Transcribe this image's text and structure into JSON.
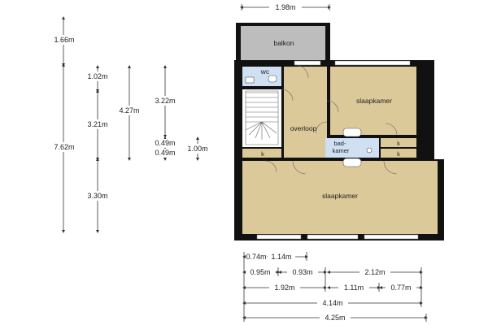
{
  "colors": {
    "wall": "#111111",
    "floor": "#dcc99a",
    "balcony": "#bdbdbd",
    "wc_floor": "#cfe0f3",
    "dim_line": "#333333"
  },
  "top_dimension": "1.98m",
  "rooms": {
    "balkon": "balkon",
    "wc": "wc",
    "slaapkamer_top": "slaapkamer",
    "overloop": "overloop",
    "badkamer": "bad-\nkamer",
    "k1": "k",
    "k2": "k",
    "k3": "k",
    "slaapkamer_bottom": "slaapkamer"
  },
  "vertical_dimensions": {
    "col1": [
      "1.66m",
      "7.62m"
    ],
    "col2": [
      "1.02m",
      "3.21m",
      "3.30m"
    ],
    "col3": [
      "4.27m"
    ],
    "col4": [
      "3.22m",
      "0.49m",
      "0.49m"
    ],
    "col5": [
      "1.00m"
    ]
  },
  "bottom_dimensions": {
    "row1": [
      "0.74m",
      "1.14m"
    ],
    "row2": [
      "0.95m",
      "0.93m",
      "2.12m"
    ],
    "row3": [
      "1.92m",
      "1.11m",
      "0.77m"
    ],
    "row4": [
      "4.14m"
    ],
    "row5": [
      "4.25m"
    ]
  }
}
